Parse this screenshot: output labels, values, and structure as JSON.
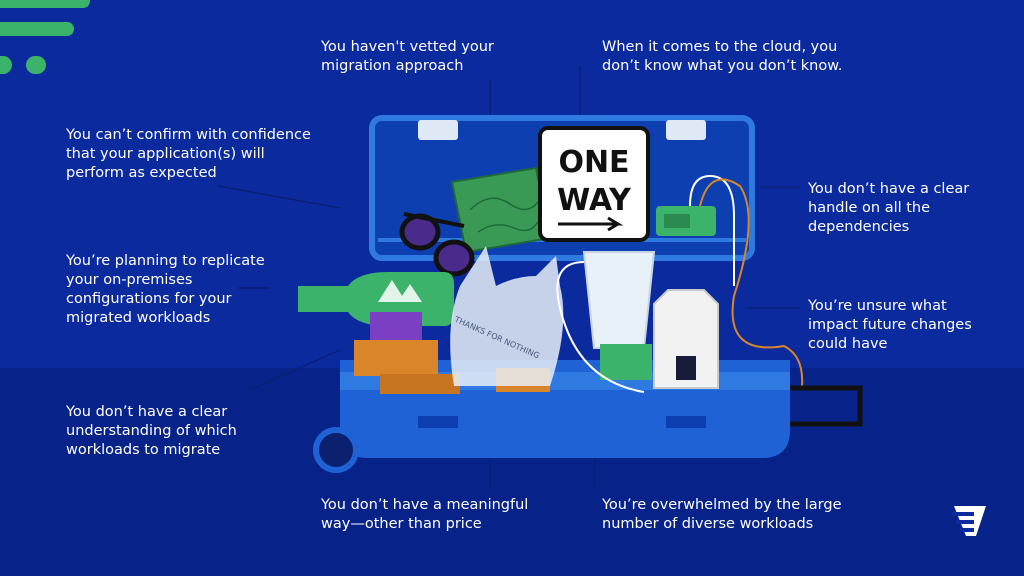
{
  "colors": {
    "background": "#0a2a9e",
    "floor": "#07238a",
    "suitcase": "#1f62d6",
    "suitcase_dark": "#0d3fb0",
    "accent_green": "#3cb36a",
    "text": "#ffffff"
  },
  "sign": {
    "line1": "ONE",
    "line2": "WAY"
  },
  "bag_text": "THANKS FOR NOTHING",
  "icons": [
    "brand-bars-icon",
    "vendor-logo-icon"
  ],
  "callouts": [
    {
      "id": "vetted",
      "lines": [
        "You haven't vetted your",
        "migration approach"
      ]
    },
    {
      "id": "cloud",
      "lines": [
        "When it comes to the cloud, you",
        "don’t know what you don’t know."
      ]
    },
    {
      "id": "confidence",
      "lines": [
        "You can’t confirm with confidence",
        "that your application(s) will",
        "perform as expected"
      ]
    },
    {
      "id": "dependencies",
      "lines": [
        "You don’t have a clear",
        "handle on all the",
        "dependencies"
      ]
    },
    {
      "id": "replicate",
      "lines": [
        "You’re planning to replicate",
        "your on-premises",
        "configurations for your",
        "migrated workloads"
      ]
    },
    {
      "id": "changes",
      "lines": [
        "You’re unsure what",
        "impact future changes",
        "could have"
      ]
    },
    {
      "id": "workloads",
      "lines": [
        "You don’t have a clear",
        "understanding of which",
        "workloads to migrate"
      ]
    },
    {
      "id": "meaningful",
      "lines": [
        "You don’t have a meaningful",
        "way—other than price"
      ]
    },
    {
      "id": "overwhelmed",
      "lines": [
        "You’re overwhelmed by the large",
        "number of diverse workloads"
      ]
    }
  ]
}
